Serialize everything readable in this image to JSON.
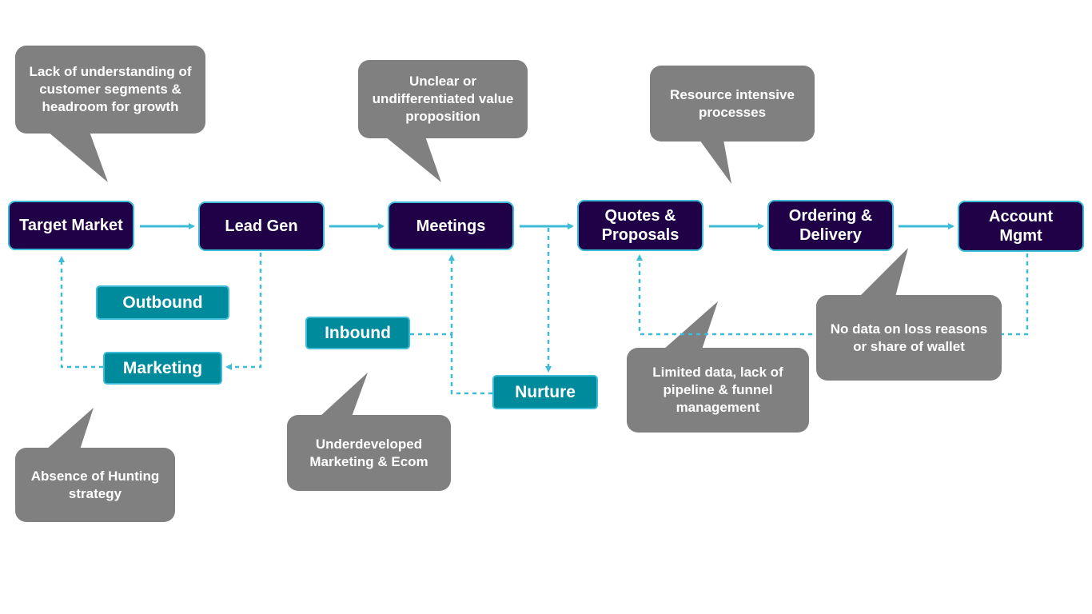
{
  "colors": {
    "stage_fill": "#200046",
    "channel_fill": "#008b9c",
    "connector": "#3cbcd6",
    "callout_fill": "#808080"
  },
  "stages": [
    {
      "label": "Target Market"
    },
    {
      "label": "Lead Gen"
    },
    {
      "label": "Meetings"
    },
    {
      "label": "Quotes & Proposals"
    },
    {
      "label": "Ordering & Delivery"
    },
    {
      "label": "Account Mgmt"
    }
  ],
  "channels": {
    "outbound": "Outbound",
    "marketing": "Marketing",
    "inbound": "Inbound",
    "nurture": "Nurture"
  },
  "callouts": {
    "segments": "Lack of understanding of customer segments & headroom for growth",
    "value_prop": "Unclear or undifferentiated value proposition",
    "resources": "Resource intensive processes",
    "loss_reasons": "No data on loss reasons or share of wallet",
    "pipeline": "Limited data, lack of pipeline & funnel management",
    "marketing_ecom": "Underdeveloped Marketing & Ecom",
    "hunting": "Absence of Hunting strategy"
  }
}
